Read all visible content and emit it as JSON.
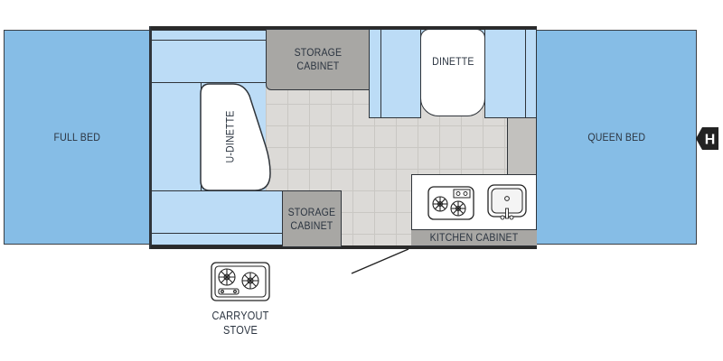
{
  "floorplan": {
    "beds": {
      "full_bed": "FULL BED",
      "queen_bed": "QUEEN BED"
    },
    "cabinets": {
      "storage_top": [
        "STORAGE",
        "CABINET"
      ],
      "storage_bottom": [
        "STORAGE",
        "CABINET"
      ],
      "kitchen": "KITCHEN CABINET"
    },
    "tables": {
      "u_dinette": "U-DINETTE",
      "dinette": "DINETTE"
    },
    "accessories": {
      "carryout_stove": [
        "CARRYOUT",
        "STOVE"
      ]
    },
    "hitch": {
      "label": "H",
      "icon": "hitch-icon"
    },
    "colors": {
      "bed_blue": "#86bde6",
      "cushion_blue": "#bcdcf6",
      "cabinet_gray": "#a8a7a4",
      "floor_gray": "#dcdad7",
      "wall_dark": "#2a2a2a",
      "text": "#2b3440"
    }
  }
}
